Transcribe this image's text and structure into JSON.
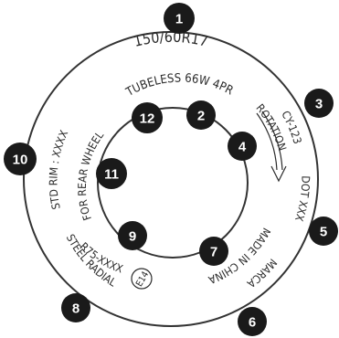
{
  "markings": {
    "size": "150/60R17",
    "tubeless_load": "TUBELESS 66W 4PR",
    "rotation": "ROTATION",
    "code": "CY-123",
    "dot": "DOT XXX",
    "made_in": "MADE IN CHINA",
    "marca": "MARCA",
    "steel_radial": "STEEL RADIAL",
    "ece": "R75-XXXX",
    "emark": "E14",
    "std_rim": "STD RIM : XXXX",
    "for_rear_wheel": "FOR REAR WHEEL"
  },
  "callouts": [
    "1",
    "2",
    "3",
    "4",
    "5",
    "6",
    "7",
    "8",
    "9",
    "10",
    "11",
    "12"
  ],
  "colors": {
    "ring": "#333333",
    "badge": "#1a1a1a",
    "badge_text": "#ffffff"
  }
}
